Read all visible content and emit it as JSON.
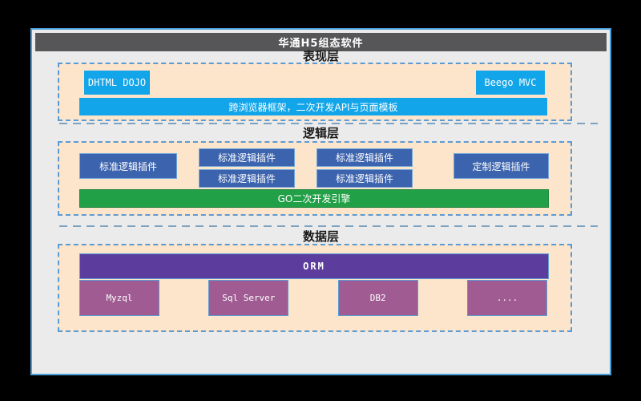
{
  "window": {
    "title": "华通H5组态软件"
  },
  "layers": [
    {
      "id": "presentation",
      "heading": "表现层",
      "boxes": [
        {
          "label": "DHTML DOJO"
        },
        {
          "label": "Beego MVC"
        }
      ],
      "bar": "跨浏览器框架，二次开发API与页面模板"
    },
    {
      "id": "logic",
      "heading": "逻辑层",
      "left_box": "标准逻辑插件",
      "mid_boxes": [
        "标准逻辑插件",
        "标准逻辑插件",
        "标准逻辑插件",
        "标准逻辑插件"
      ],
      "right_box": "定制逻辑插件",
      "bar": "GO二次开发引擎"
    },
    {
      "id": "data",
      "heading": "数据层",
      "bar": "ORM",
      "db_boxes": [
        "Myzql",
        "Sql Server",
        "DB2",
        "...."
      ]
    }
  ],
  "colors": {
    "canvas_bg": "#000000",
    "panel_bg": "#ebebeb",
    "panel_border": "#4a9ed9",
    "titlebar_bg": "#565658",
    "layer_box_bg": "#fde5cb",
    "layer_box_dash": "#5b9bd5",
    "separator_dash": "#7ea3c1",
    "cyan_accent": "#12a5e9",
    "blue_plugin": "#3c63ad",
    "green_engine": "#22a047",
    "purple_orm": "#5c3d9e",
    "mauve_db": "#a05c92"
  }
}
